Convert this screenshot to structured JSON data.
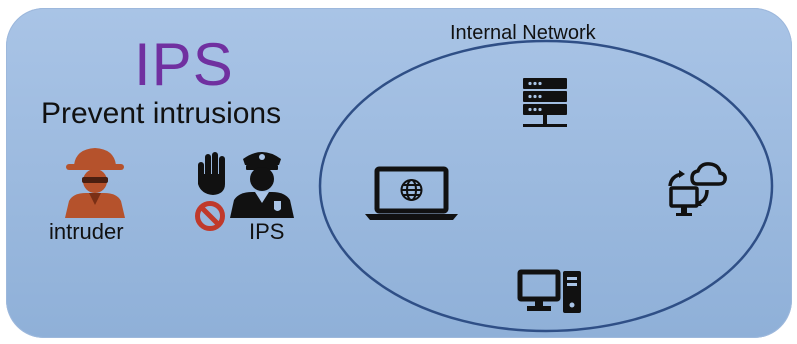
{
  "title": "IPS",
  "subtitle": "Prevent intrusions",
  "labels": {
    "intruder": "intruder",
    "ips": "IPS",
    "network": "Internal Network"
  },
  "colors": {
    "background_panel": "#a3bfe3",
    "title": "#7030a0",
    "intruder": "#b5522c",
    "outline": "#2f4f86",
    "icon": "#111111",
    "block_sign": "#c0392b"
  },
  "icons": [
    "intruder-icon",
    "stop-hand-icon",
    "no-entry-icon",
    "police-officer-icon",
    "server-icon",
    "laptop-icon",
    "cloud-sync-icon",
    "desktop-computer-icon"
  ]
}
